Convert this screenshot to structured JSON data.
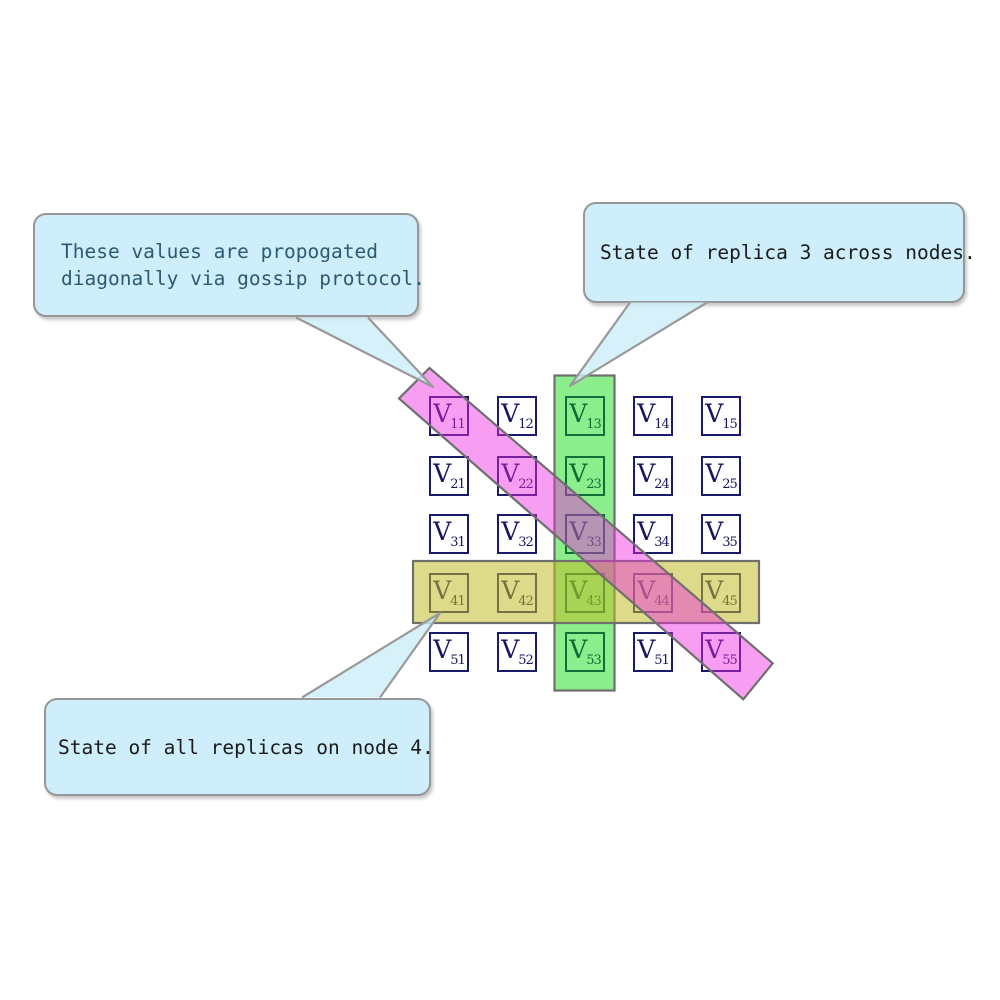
{
  "grid": {
    "value_prefix": "V",
    "rows": [
      [
        "11",
        "12",
        "13",
        "14",
        "15"
      ],
      [
        "21",
        "22",
        "23",
        "24",
        "25"
      ],
      [
        "31",
        "32",
        "33",
        "34",
        "35"
      ],
      [
        "41",
        "42",
        "43",
        "44",
        "45"
      ],
      [
        "51",
        "52",
        "53",
        "51",
        "55"
      ]
    ]
  },
  "callouts": [
    {
      "id": "gossip",
      "lines": [
        "These values are propogated",
        "diagonally via gossip protocol."
      ],
      "text_color": "#2d5a70"
    },
    {
      "id": "replica",
      "lines": [
        "State of replica 3 across nodes."
      ],
      "text_color": "#1a1a1a"
    },
    {
      "id": "node4",
      "lines": [
        "State of all replicas on node 4."
      ],
      "text_color": "#1a1a1a"
    }
  ],
  "highlights": {
    "column": {
      "name": "replica-3-column",
      "color": "#00d700"
    },
    "row": {
      "name": "node-4-row",
      "color": "#c1be28"
    },
    "diagonal": {
      "name": "gossip-diagonal",
      "color": "#ee28e5"
    }
  },
  "colors": {
    "callout_fill": "#cdeefa",
    "callout_border": "#979797",
    "band_border": "#6f6f6f",
    "cell_border": "#1a1a6a",
    "cell_text": "#16165e",
    "arrow_fill": "#cdeefa"
  }
}
